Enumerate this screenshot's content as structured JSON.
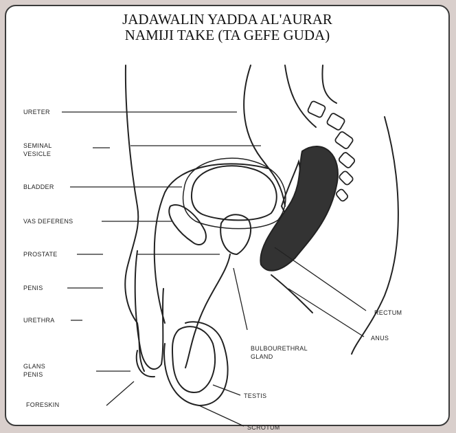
{
  "title": {
    "line1": "JADAWALIN YADDA AL'AURAR",
    "line2": "NAMIJI TAKE (TA GEFE GUDA)"
  },
  "labels": {
    "ureter": "URETER",
    "seminal_vesicle_1": "SEMINAL",
    "seminal_vesicle_2": "VESICLE",
    "bladder": "BLADDER",
    "vas_deferens": "VAS DEFERENS",
    "prostate": "PROSTATE",
    "penis": "PENIS",
    "urethra": "URETHRA",
    "glans_penis_1": "GLANS",
    "glans_penis_2": "PENIS",
    "foreskin": "FORESKIN",
    "rectum": "RECTUM",
    "anus": "ANUS",
    "bulbourethral_1": "BULBOURETHRAL",
    "bulbourethral_2": "GLAND",
    "testis": "TESTIS",
    "scrotum": "SCROTUM"
  },
  "colors": {
    "background": "#d9cfcc",
    "panel": "#ffffff",
    "ink": "#222222"
  }
}
